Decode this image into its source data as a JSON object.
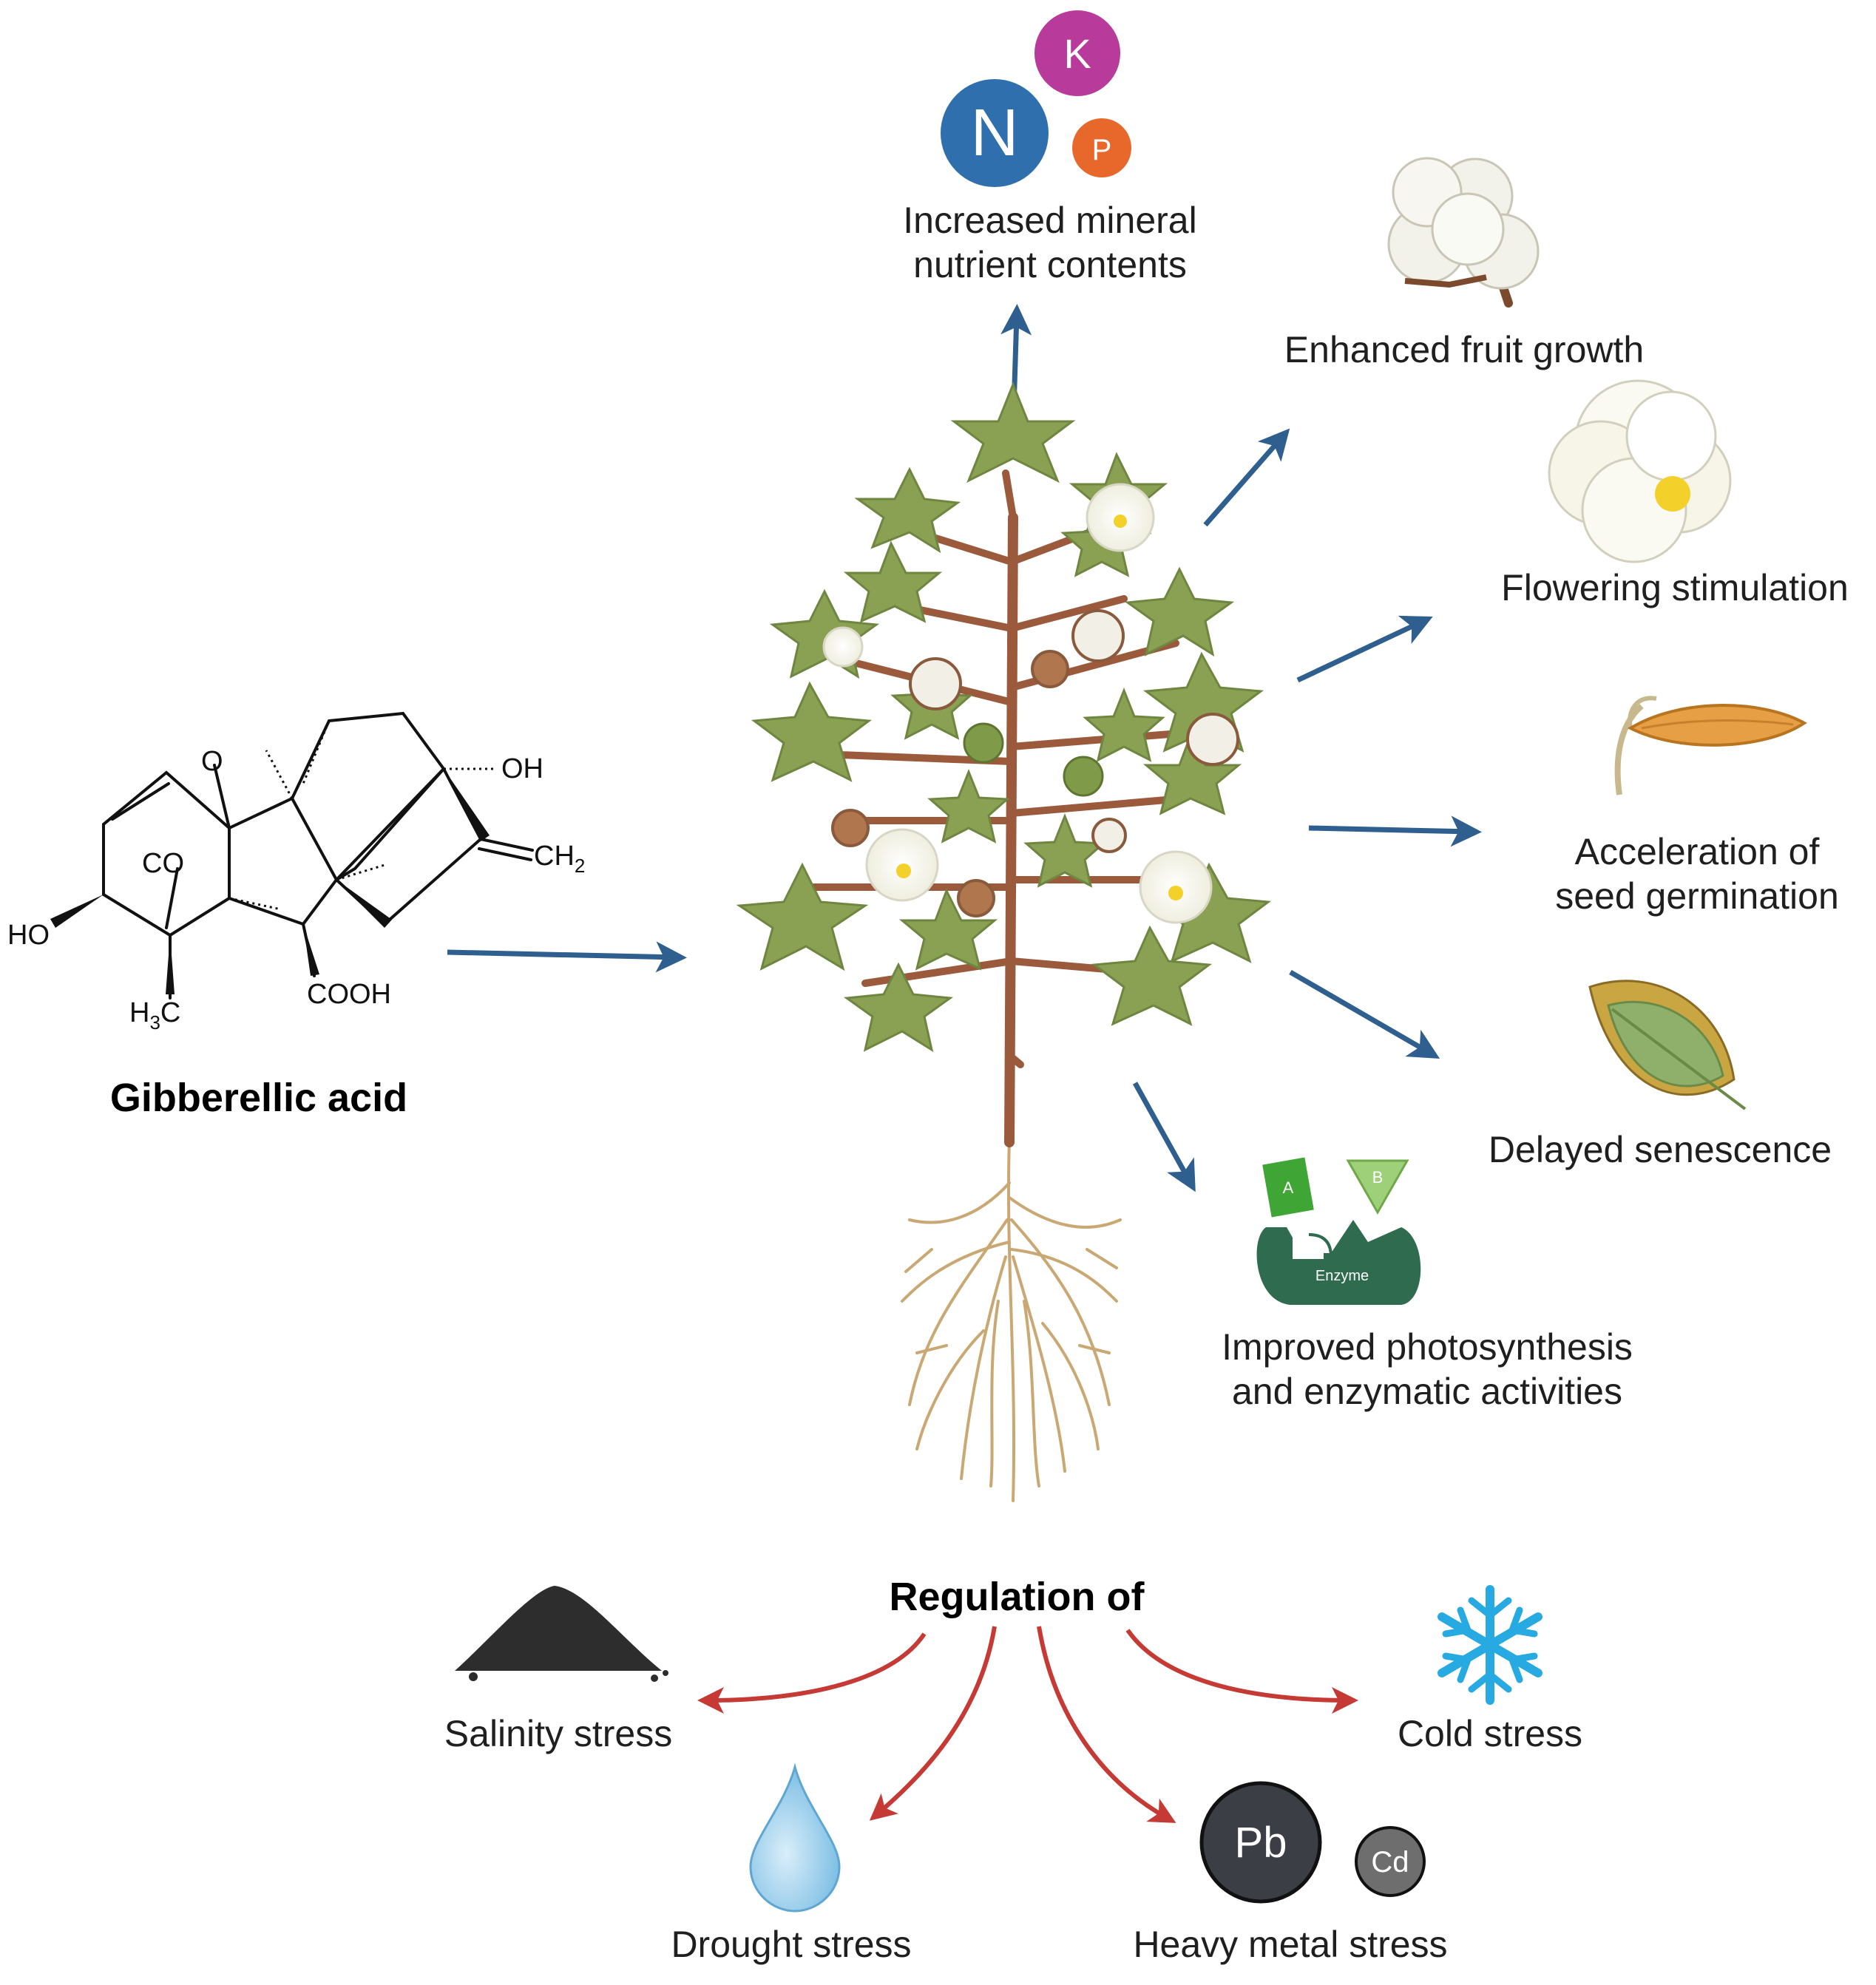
{
  "compound": {
    "name": "Gibberellic acid",
    "atoms": {
      "o_bridge": "O",
      "oh": "OH",
      "ch2": "CH",
      "ch2_sub": "2",
      "co": "CO",
      "ho": "HO",
      "h3c_h": "H",
      "h3c_sub": "3",
      "h3c_c": "C",
      "cooh": "COOH"
    }
  },
  "nutrients": {
    "n": "N",
    "k": "K",
    "p": "P",
    "label_line1": "Increased mineral",
    "label_line2": "nutrient contents"
  },
  "effects": {
    "fruit": "Enhanced fruit growth",
    "flowering": "Flowering stimulation",
    "seed_line1": "Acceleration of",
    "seed_line2": "seed germination",
    "senescence": "Delayed senescence",
    "photo_line1": "Improved photosynthesis",
    "photo_line2": "and enzymatic activities"
  },
  "enzyme": {
    "substrate_a": "A",
    "substrate_b": "B",
    "enzyme_label": "Enzyme"
  },
  "regulation": {
    "title": "Regulation of",
    "salinity": "Salinity stress",
    "drought": "Drought stress",
    "heavy_metal": "Heavy metal stress",
    "cold": "Cold stress",
    "pb": "Pb",
    "cd": "Cd"
  },
  "colors": {
    "blue_arrow": "#2e5f8f",
    "red_arrow": "#c63a35",
    "nitrogen": "#2f6fad",
    "potassium": "#b83a9a",
    "phosphorus": "#e8682c",
    "leaf": "#8aa153",
    "stem": "#9b5a3c",
    "root": "#c9a873",
    "enzyme": "#2f6b4f",
    "ice": "#27a9e1",
    "water": "#8ec8e8",
    "soil": "#2d2d2d",
    "metal_pb": "#3b3e45",
    "metal_cd": "#6e6e6e"
  }
}
